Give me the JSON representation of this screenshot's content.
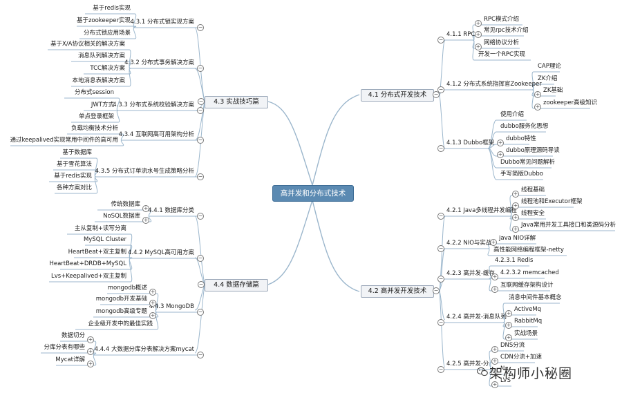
{
  "root": "高并发和分布式技术",
  "watermark": "架构师小秘圈",
  "line_color": "#9bb6cc",
  "branches": {
    "b41": {
      "label": "4.1 分布式开发技术",
      "subs": {
        "s411": {
          "label": "4.1.1 RPC",
          "leaves": [
            "RPC模式介绍",
            "常见rpc技术介绍",
            "网络协议分析",
            "开发一个RPC实现"
          ]
        },
        "s412": {
          "label": "4.1.2 分布式系统指挥官Zookeeper",
          "leaves": [
            "CAP理论",
            "ZK介绍",
            "ZK基础",
            "zookeeper高级知识"
          ]
        },
        "s413": {
          "label": "4.1.3 Dubbo框架",
          "leaves": [
            "使用介绍",
            "dubbo服务化思想",
            "dubbo特性",
            "dubbo原理源码导读",
            "Dubbo常见问题解析",
            "手写简版Dubbo"
          ]
        }
      }
    },
    "b42": {
      "label": "4.2 高并发开发技术",
      "subs": {
        "s421": {
          "label": "4.2.1 Java多线程并发编程",
          "leaves": [
            "线程基础",
            "线程池和Executor框架",
            "线程安全",
            "Java常用并发工具接口和类源码分析"
          ]
        },
        "s422": {
          "label": "4.2.2 NIO与实战",
          "leaves": [
            "java NIO详解",
            "高性能网络编程框架-netty"
          ]
        },
        "s423": {
          "label": "4.2.3 高并发-缓存",
          "leaves": [
            "4.2.3.1 Redis",
            "4.2.3.2 memcached",
            "互联网缓存架构设计"
          ]
        },
        "s424": {
          "label": "4.2.4 高并发-消息队列",
          "leaves": [
            "消息中间件基本概念",
            "ActiveMq",
            "RabbitMq",
            "实战场景"
          ]
        },
        "s425": {
          "label": "4.2.5 高并发-分",
          "leaves": [
            "DNS分流",
            "CDN分流+加速",
            "Ng",
            "LVS"
          ]
        }
      }
    },
    "b43": {
      "label": "4.3 实战技巧篇",
      "subs": {
        "s431": {
          "label": "4.3.1 分布式锁实现方案",
          "leaves": [
            "基于redis实现",
            "基于zookeeper实现",
            "分布式锁应用场景"
          ]
        },
        "s432": {
          "label": "4.3.2 分布式事务解决方案",
          "leaves": [
            "基于X/A协议相关的解决方案",
            "消息队列解决方案",
            "TCC解决方案",
            "本地消息表解决方案"
          ]
        },
        "s433": {
          "label": "4.3.3 分布式系统校验解决方案",
          "leaves": [
            "分布式session",
            "JWT方式",
            "单点登录框架"
          ]
        },
        "s434": {
          "label": "4.3.4 互联网高可用架构分析",
          "leaves": [
            "负载均衡技术分析",
            "通过keepalived实现常用中间件的高可用"
          ]
        },
        "s435": {
          "label": "4.3.5 分布式订单流水号生成策略分析",
          "leaves": [
            "基于数据库",
            "基于雪花算法",
            "基于redis实现",
            "各种方案对比"
          ]
        }
      }
    },
    "b44": {
      "label": "4.4 数据存储篇",
      "subs": {
        "s441": {
          "label": "4.4.1 数据库分类",
          "leaves": [
            "传统数据库",
            "NoSQL数据库"
          ]
        },
        "s442": {
          "label": "4.4.2 MySQL高可用方案",
          "leaves": [
            "主从复制+读写分离",
            "MySQL Cluster",
            "HeartBeat+双主复制",
            "HeartBeat+DRDB+MySQL",
            "Lvs+Keepalived+双主复制"
          ]
        },
        "s443": {
          "label": "4.4.3 MongoDB",
          "leaves": [
            "mongodb概述",
            "mongodb开发基础",
            "mongodb高级专题",
            "企业级开发中的最佳实践"
          ]
        },
        "s444": {
          "label": "4.4.4 大数据分库分表解决方案mycat",
          "leaves": [
            "数据切分",
            "分库分表有哪些",
            "Mycat详解"
          ]
        }
      }
    }
  }
}
